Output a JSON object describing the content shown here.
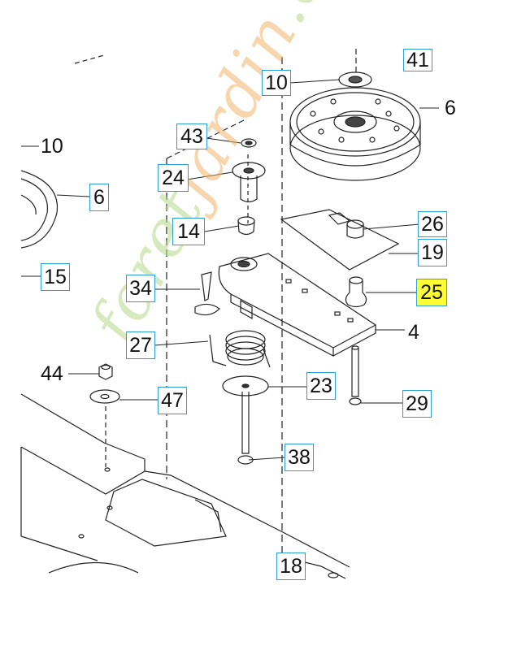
{
  "callouts": {
    "c10a": "10",
    "c6a": "6",
    "c43": "43",
    "c24": "24",
    "c14": "14",
    "c26": "26",
    "c19": "19",
    "c25": "25",
    "c4": "4",
    "c34": "34",
    "c27": "27",
    "c23": "23",
    "c47": "47",
    "c29": "29",
    "c38": "38",
    "c15": "15",
    "c6b": "6",
    "c10b": "10",
    "c44": "44",
    "c18": "18",
    "c41": "41"
  },
  "highlight_color": "#ffff33",
  "callout_border_color": "#2a9fd6",
  "watermark": {
    "part1": "foret",
    "part2": "jardin",
    "part3": ".com"
  }
}
